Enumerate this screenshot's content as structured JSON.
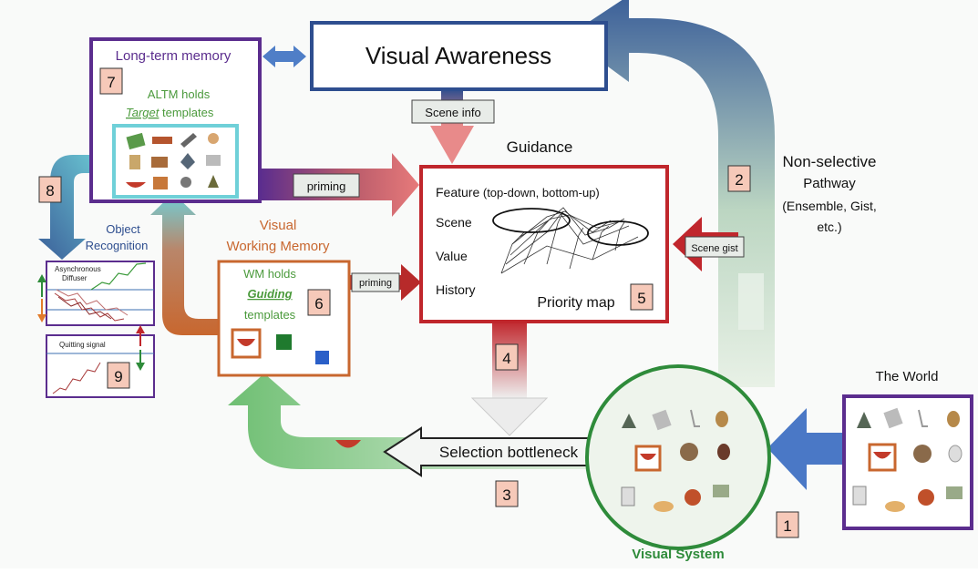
{
  "visual_awareness": "Visual Awareness",
  "long_term_memory": {
    "title": "Long-term memory",
    "holds_line1": "ALTM holds",
    "holds_target": "Target",
    "holds_suffix": " templates",
    "number": "7"
  },
  "scene_info": "Scene info",
  "guidance": {
    "title": "Guidance",
    "feature": "Feature",
    "feature_detail": "(top-down, bottom-up)",
    "scene": "Scene",
    "value": "Value",
    "history": "History",
    "priority_map": "Priority map",
    "number": "5"
  },
  "priming_top": "priming",
  "priming_wm": "priming",
  "scene_gist": "Scene gist",
  "non_selective": {
    "line1": "Non-selective",
    "line2": "Pathway",
    "line3": "(Ensemble, Gist,",
    "line4": "etc.)",
    "number": "2"
  },
  "visual_wm": {
    "line1": "Visual",
    "line2": "Working Memory",
    "holds_line1": "WM holds",
    "holds_guiding": "Guiding",
    "holds_line3": "templates",
    "number": "6"
  },
  "object_recognition": {
    "line1": "Object",
    "line2": "Recognition",
    "number": "8",
    "diffuser_line1": "Asynchronous",
    "diffuser_line2": "Diffuser"
  },
  "quitting": {
    "label": "Quitting signal",
    "number": "9"
  },
  "selection_bottleneck": "Selection bottleneck",
  "number_3": "3",
  "number_4": "4",
  "visual_system": "Visual System",
  "the_world": "The World",
  "number_1": "1",
  "colors": {
    "ltm_border": "#5b2d8e",
    "awareness_border": "#2e4e8f",
    "guidance_border": "#c0262c",
    "wm_border": "#c8672f",
    "visual_system": "#2e8b3a",
    "altm_text": "#4b9a3c",
    "badge_fill": "#f6c9b9"
  }
}
